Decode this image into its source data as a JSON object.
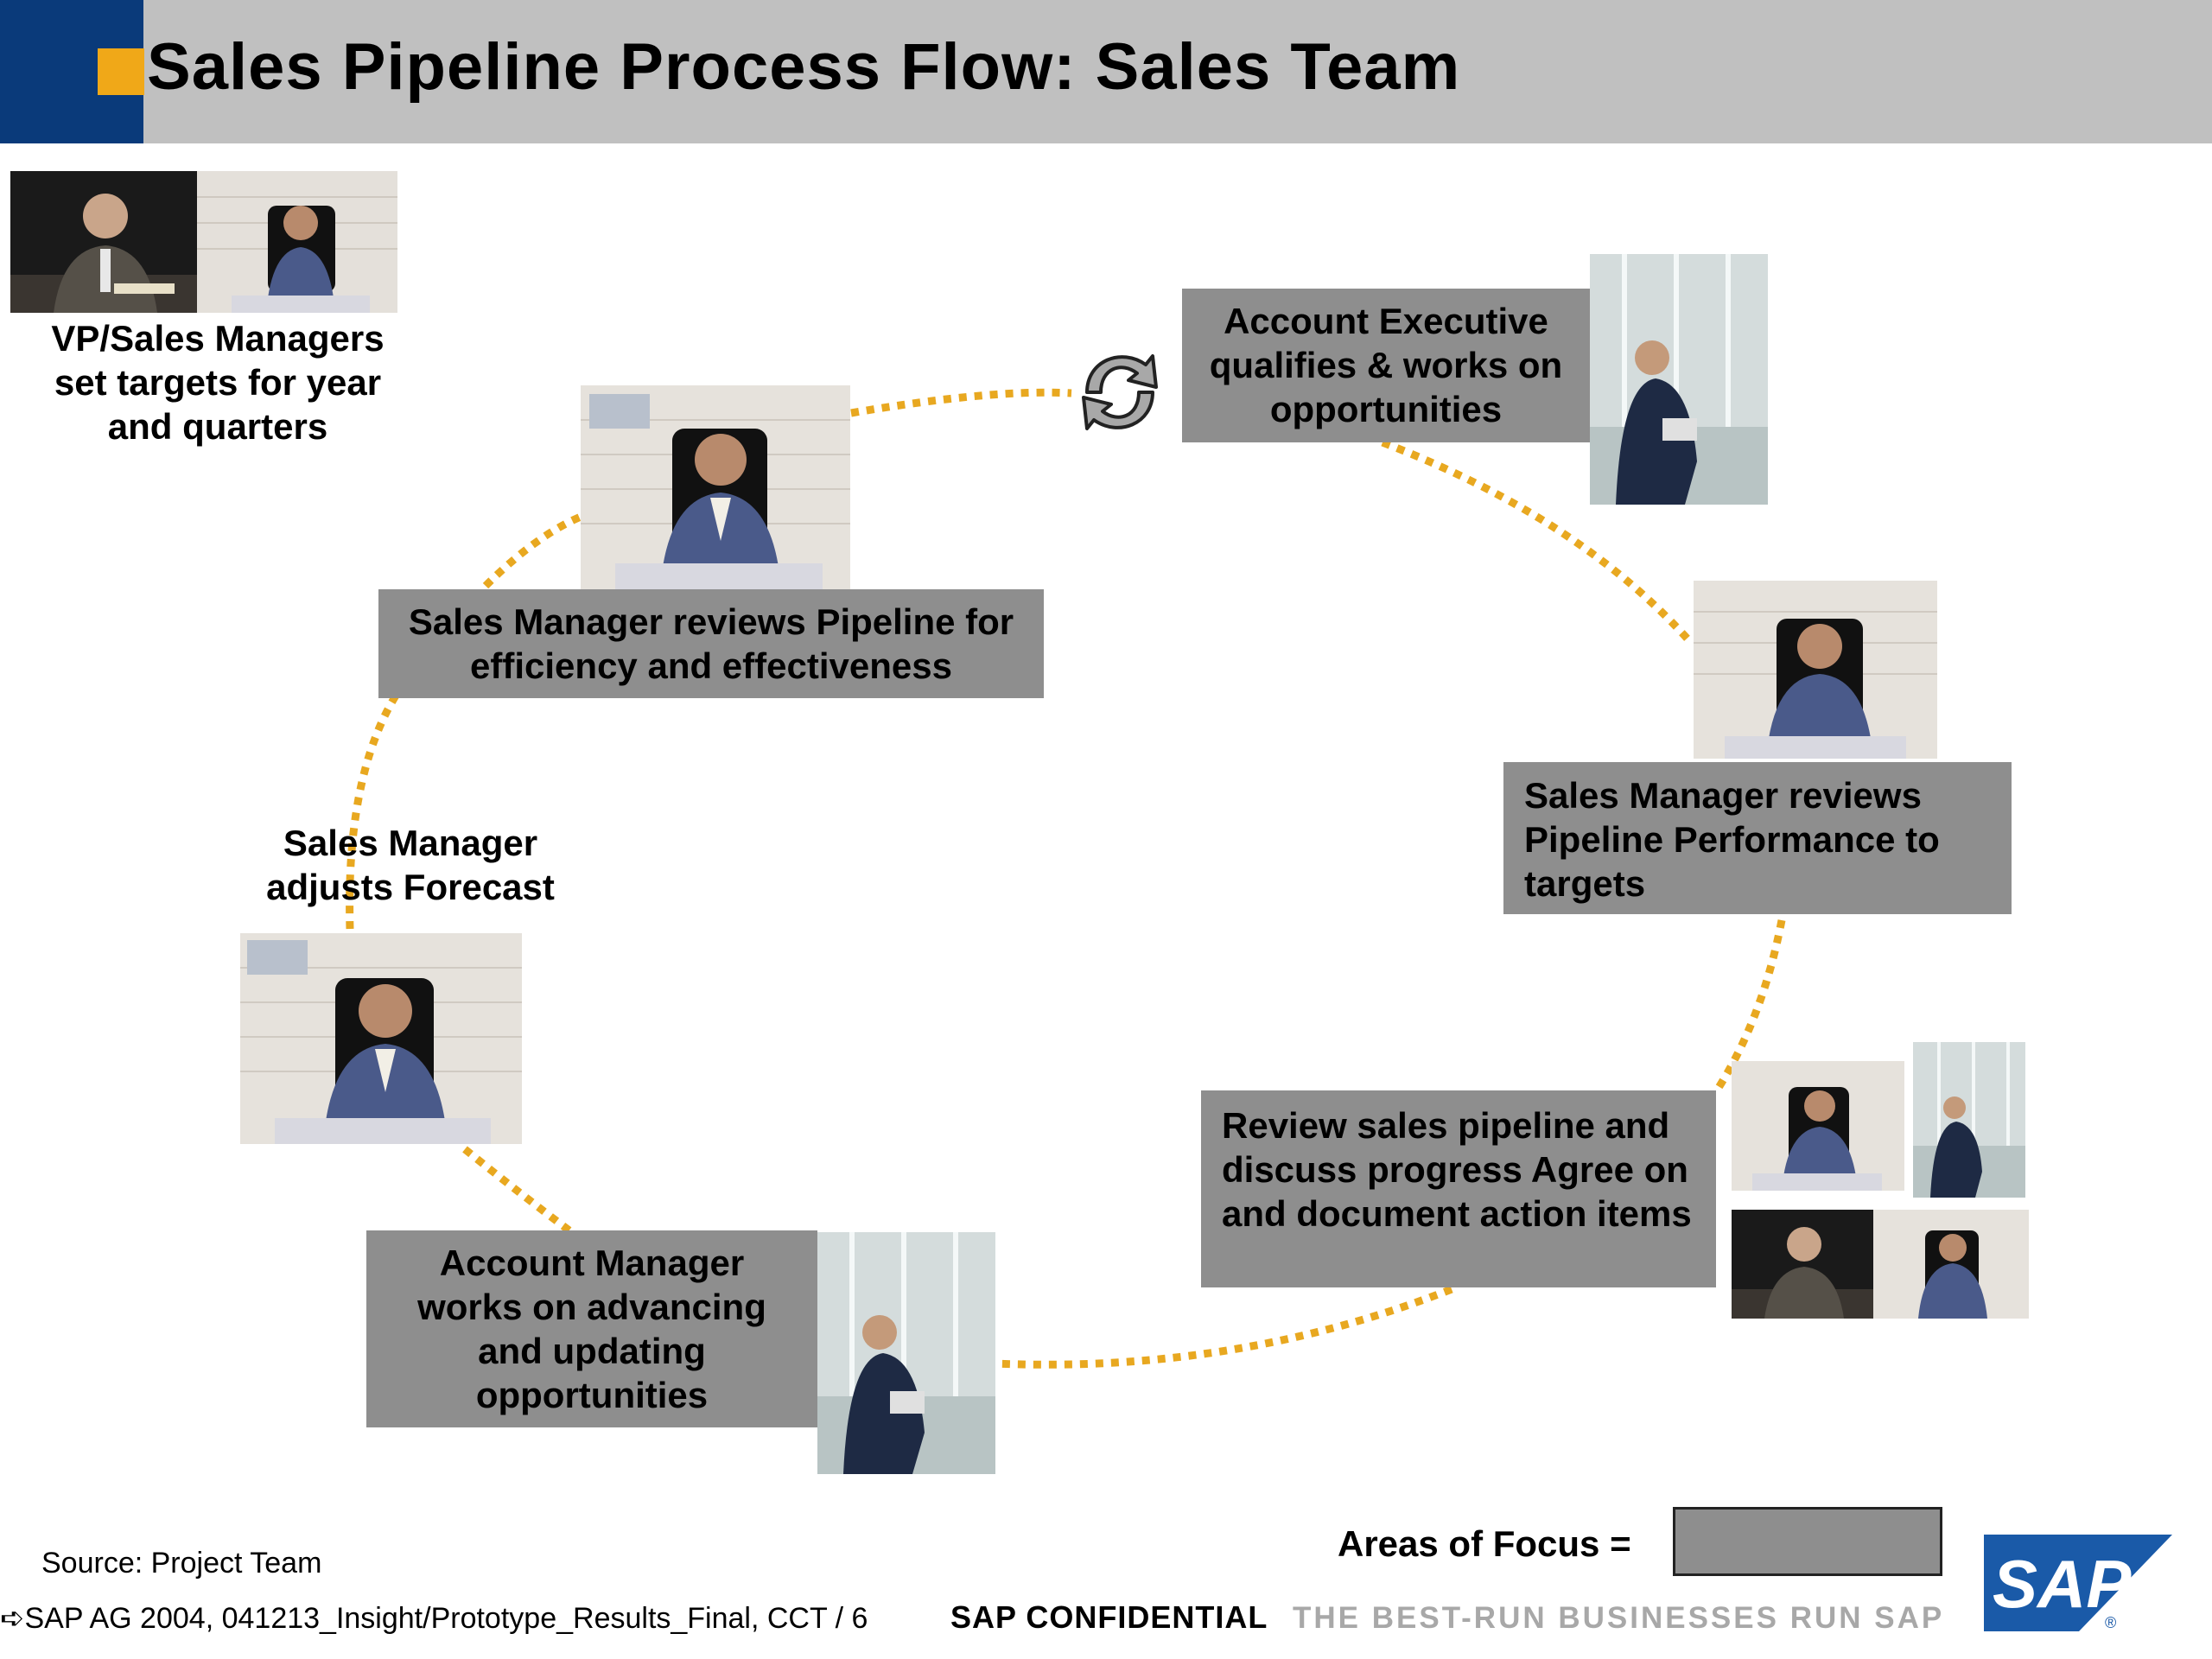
{
  "header": {
    "title": "Sales Pipeline Process Flow: Sales Team"
  },
  "colors": {
    "header_gray": "#c0c0c0",
    "header_blue": "#0a3a7a",
    "accent_orange": "#f0a818",
    "box_gray": "#8e8e8e",
    "dots_gold": "#e8a820"
  },
  "diagram": {
    "vp_label": "VP/Sales Managers set targets for year and quarters",
    "step_account_executive": "Account Executive qualifies & works on opportunities",
    "step_review_performance": "Sales Manager reviews Pipeline Performance to targets",
    "step_review_pipeline": "Review sales pipeline and discuss progress Agree on and document action items",
    "step_account_manager": "Account Manager works on advancing and updating opportunities",
    "step_adjust_forecast": "Sales Manager adjusts Forecast",
    "step_efficiency": "Sales Manager reviews Pipeline for efficiency and effectiveness",
    "cycle_icon": "cycle-arrows-icon"
  },
  "footer": {
    "source": "Source: Project Team",
    "copyright": "SAP AG 2004, 041213_Insight/Prototype_Results_Final, CCT / 6",
    "confidential": "SAP CONFIDENTIAL",
    "tagline": "THE BEST-RUN BUSINESSES RUN SAP",
    "areas_of_focus": "Areas of Focus =",
    "logo_text": "SAP",
    "registered": "®"
  }
}
